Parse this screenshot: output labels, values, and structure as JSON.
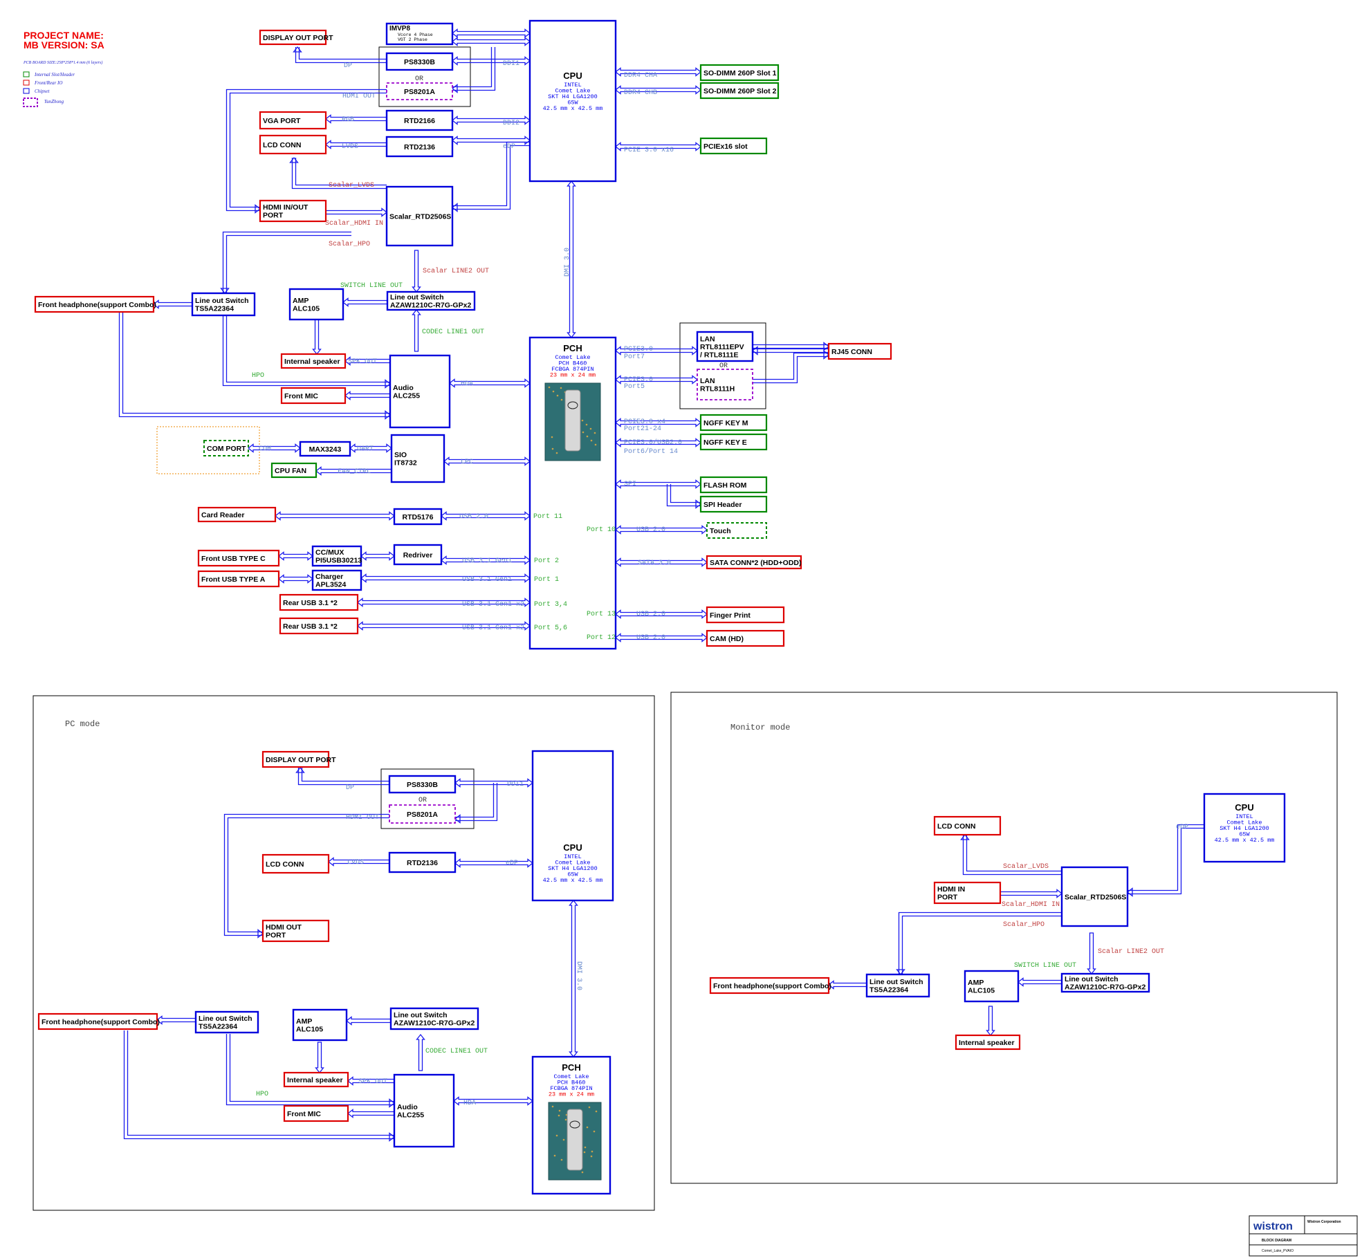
{
  "header": {
    "project_name": "PROJECT NAME:",
    "mb_version": "MB VERSION: SA",
    "pcb_size": "PCB BOARD SIZE:258*258*1.4 mm (6 layers)",
    "legend": [
      {
        "label": "Internal Slot/Header",
        "color": "#008800",
        "style": "solid"
      },
      {
        "label": "Front/Rear IO",
        "color": "#dd0000",
        "style": "solid"
      },
      {
        "label": "Chipset",
        "color": "#0000dd",
        "style": "solid"
      },
      {
        "label": "YunZhong",
        "color": "#9900cc",
        "style": "dashed"
      }
    ]
  },
  "colors": {
    "chipset": "#0000dd",
    "io": "#dd0000",
    "internal": "#008800",
    "yunzhong": "#9900cc",
    "orange": "#ee8800",
    "wire": "#1a1aee"
  },
  "top": {
    "blocks": [
      {
        "id": "display-out-port",
        "lines": [
          "DISPLAY OUT PORT"
        ],
        "kind": "io"
      },
      {
        "id": "imvp8",
        "lines": [
          "IMVP8"
        ],
        "sub": [
          "Vcore 4 Phase",
          "VGT 2 Phase"
        ],
        "kind": "chip"
      },
      {
        "id": "ps8330b",
        "lines": [
          "PS8330B"
        ],
        "kind": "chip"
      },
      {
        "id": "ps8201a",
        "lines": [
          "PS8201A"
        ],
        "kind": "yz"
      },
      {
        "id": "vga-port",
        "lines": [
          "VGA PORT"
        ],
        "kind": "io"
      },
      {
        "id": "rtd2166",
        "lines": [
          "RTD2166"
        ],
        "kind": "chip"
      },
      {
        "id": "lcd-conn",
        "lines": [
          "LCD CONN"
        ],
        "kind": "io"
      },
      {
        "id": "rtd2136",
        "lines": [
          "RTD2136"
        ],
        "kind": "chip"
      },
      {
        "id": "hdmi-inout-port",
        "lines": [
          "HDMI IN/OUT",
          "PORT"
        ],
        "kind": "io"
      },
      {
        "id": "scalar",
        "lines": [
          "Scalar_RTD2506S"
        ],
        "kind": "chip"
      },
      {
        "id": "cpu",
        "lines": [
          "CPU"
        ],
        "sub": [
          "INTEL",
          "Comet Lake",
          "SKT H4 LGA1200",
          "65W",
          "42.5 mm x 42.5 mm"
        ],
        "kind": "chip"
      },
      {
        "id": "sodimm1",
        "lines": [
          "SO-DIMM 260P Slot 1"
        ],
        "kind": "internal"
      },
      {
        "id": "sodimm2",
        "lines": [
          "SO-DIMM 260P Slot 2"
        ],
        "kind": "internal"
      },
      {
        "id": "pciex16",
        "lines": [
          "PCIEx16 slot"
        ],
        "kind": "internal"
      },
      {
        "id": "front-headphone",
        "lines": [
          "Front headphone(support Combo)"
        ],
        "kind": "io"
      },
      {
        "id": "lineout-ts5a",
        "lines": [
          "Line out Switch",
          "TS5A22364"
        ],
        "kind": "chip"
      },
      {
        "id": "amp",
        "lines": [
          "AMP",
          "ALC105"
        ],
        "kind": "chip"
      },
      {
        "id": "lineout-azaw",
        "lines": [
          "Line out Switch",
          "AZAW1210C-R7G-GPx2"
        ],
        "kind": "chip"
      },
      {
        "id": "internal-speaker",
        "lines": [
          "Internal speaker"
        ],
        "kind": "io"
      },
      {
        "id": "audio",
        "lines": [
          "Audio",
          "ALC255"
        ],
        "kind": "chip"
      },
      {
        "id": "front-mic",
        "lines": [
          "Front MIC"
        ],
        "kind": "io"
      },
      {
        "id": "pch",
        "lines": [
          "PCH"
        ],
        "sub": [
          "Comet Lake",
          "PCH B460",
          "FCBGA 874PIN"
        ],
        "sub_red": "23 mm x 24 mm",
        "kind": "chip"
      },
      {
        "id": "lan1",
        "lines": [
          "LAN",
          "RTL8111EPV",
          "/ RTL8111E"
        ],
        "kind": "chip"
      },
      {
        "id": "lan2",
        "lines": [
          "LAN",
          "RTL8111H"
        ],
        "kind": "yz"
      },
      {
        "id": "rj45",
        "lines": [
          "RJ45 CONN"
        ],
        "kind": "io"
      },
      {
        "id": "ngff-m",
        "lines": [
          "NGFF KEY M"
        ],
        "kind": "internal"
      },
      {
        "id": "ngff-e",
        "lines": [
          "NGFF KEY E"
        ],
        "kind": "internal"
      },
      {
        "id": "com-port",
        "lines": [
          "COM PORT"
        ],
        "kind": "internal-dash"
      },
      {
        "id": "max3243",
        "lines": [
          "MAX3243"
        ],
        "kind": "chip"
      },
      {
        "id": "sio",
        "lines": [
          "SIO",
          "IT8732"
        ],
        "kind": "chip"
      },
      {
        "id": "cpu-fan",
        "lines": [
          "CPU FAN"
        ],
        "kind": "internal"
      },
      {
        "id": "flash-rom",
        "lines": [
          "FLASH ROM"
        ],
        "kind": "internal"
      },
      {
        "id": "spi-header",
        "lines": [
          "SPI Header"
        ],
        "kind": "internal"
      },
      {
        "id": "card-reader",
        "lines": [
          "Card Reader"
        ],
        "kind": "io"
      },
      {
        "id": "rtd5176",
        "lines": [
          "RTD5176"
        ],
        "kind": "chip"
      },
      {
        "id": "touch",
        "lines": [
          "Touch"
        ],
        "kind": "internal-dash"
      },
      {
        "id": "front-usb-c",
        "lines": [
          "Front USB TYPE C"
        ],
        "kind": "io"
      },
      {
        "id": "ccmux",
        "lines": [
          "CC/MUX",
          "PI5USB30213"
        ],
        "kind": "chip"
      },
      {
        "id": "redriver",
        "lines": [
          "Redriver"
        ],
        "kind": "chip"
      },
      {
        "id": "sata",
        "lines": [
          "SATA CONN*2 (HDD+ODD)"
        ],
        "kind": "io"
      },
      {
        "id": "front-usb-a",
        "lines": [
          "Front USB TYPE A"
        ],
        "kind": "io"
      },
      {
        "id": "charger",
        "lines": [
          "Charger",
          "APL3524"
        ],
        "kind": "chip"
      },
      {
        "id": "rear-usb-1",
        "lines": [
          "Rear USB 3.1 *2"
        ],
        "kind": "io"
      },
      {
        "id": "finger-print",
        "lines": [
          "Finger  Print"
        ],
        "kind": "io"
      },
      {
        "id": "rear-usb-2",
        "lines": [
          "Rear USB 3.1 *2"
        ],
        "kind": "io"
      },
      {
        "id": "cam",
        "lines": [
          "CAM (HD)"
        ],
        "kind": "io"
      }
    ],
    "signals": [
      {
        "t": "DP",
        "c": "blue"
      },
      {
        "t": "DDI1",
        "c": "blue"
      },
      {
        "t": "OR",
        "c": "dark"
      },
      {
        "t": "HDMI OUT",
        "c": "blue"
      },
      {
        "t": "RGB",
        "c": "blue"
      },
      {
        "t": "DDI2",
        "c": "blue"
      },
      {
        "t": "LVDS",
        "c": "blue"
      },
      {
        "t": "eDP",
        "c": "blue"
      },
      {
        "t": "Scalar_LVDS",
        "c": "red"
      },
      {
        "t": "Scalar_HDMI IN",
        "c": "red"
      },
      {
        "t": "Scalar_HPO",
        "c": "red"
      },
      {
        "t": "Scalar LINE2 OUT",
        "c": "red"
      },
      {
        "t": "SWITCH LINE OUT",
        "c": "green"
      },
      {
        "t": "CODEC LINE1 OUT",
        "c": "green"
      },
      {
        "t": "SPK OUT",
        "c": "blue"
      },
      {
        "t": "HPO",
        "c": "green"
      },
      {
        "t": "HDA",
        "c": "blue"
      },
      {
        "t": "DMI 3.0",
        "c": "blue"
      },
      {
        "t": "DDR4 CHA",
        "c": "blue"
      },
      {
        "t": "DDR4 CHB",
        "c": "blue"
      },
      {
        "t": "PCIE 3.0 x16",
        "c": "blue"
      },
      {
        "t": "PCIE3.0",
        "c": "blue"
      },
      {
        "t": "Port7",
        "c": "blue"
      },
      {
        "t": "PCIE3.0",
        "c": "blue"
      },
      {
        "t": "Port5",
        "c": "blue"
      },
      {
        "t": "OR",
        "c": "dark"
      },
      {
        "t": "PCIE3.0 x4",
        "c": "blue"
      },
      {
        "t": "Port21-24",
        "c": "blue"
      },
      {
        "t": "PCIE3.0/USB2.0",
        "c": "blue"
      },
      {
        "t": "Port6/Port 14",
        "c": "blue"
      },
      {
        "t": "COM",
        "c": "blue"
      },
      {
        "t": "UART",
        "c": "blue"
      },
      {
        "t": "LPC",
        "c": "blue"
      },
      {
        "t": "FAN_CTRL",
        "c": "blue"
      },
      {
        "t": "SPI",
        "c": "blue"
      },
      {
        "t": "USB 2.0",
        "c": "blue"
      },
      {
        "t": "Port 11",
        "c": "green"
      },
      {
        "t": "Port 10",
        "c": "green"
      },
      {
        "t": "USB 2.0",
        "c": "blue"
      },
      {
        "t": "USB 3.1 Gen1",
        "c": "blue"
      },
      {
        "t": "Port 2",
        "c": "green"
      },
      {
        "t": "SATA 3.0",
        "c": "blue"
      },
      {
        "t": "USB 3.1 Gen1",
        "c": "blue"
      },
      {
        "t": "Port 1",
        "c": "green"
      },
      {
        "t": "USB 3.1 Gen1 x2",
        "c": "blue"
      },
      {
        "t": "Port 3,4",
        "c": "green"
      },
      {
        "t": "Port 13",
        "c": "green"
      },
      {
        "t": "USB 2.0",
        "c": "blue"
      },
      {
        "t": "USB 3.1 Gen1 x2",
        "c": "blue"
      },
      {
        "t": "Port 5,6",
        "c": "green"
      },
      {
        "t": "Port 12",
        "c": "green"
      },
      {
        "t": "USB 2.0",
        "c": "blue"
      }
    ]
  },
  "pc_mode": {
    "title": "PC mode",
    "blocks": [
      {
        "lines": [
          "DISPLAY OUT PORT"
        ]
      },
      {
        "lines": [
          "PS8330B"
        ]
      },
      {
        "lines": [
          "PS8201A"
        ]
      },
      {
        "lines": [
          "LCD CONN"
        ]
      },
      {
        "lines": [
          "RTD2136"
        ]
      },
      {
        "lines": [
          "HDMI OUT",
          "PORT"
        ]
      },
      {
        "lines": [
          "CPU"
        ],
        "sub": [
          "INTEL",
          "Comet Lake",
          "SKT H4 LGA1200",
          "65W",
          "42.5 mm x 42.5 mm"
        ]
      },
      {
        "lines": [
          "Front headphone(support Combo)"
        ]
      },
      {
        "lines": [
          "Line out Switch",
          "TS5A22364"
        ]
      },
      {
        "lines": [
          "AMP",
          "ALC105"
        ]
      },
      {
        "lines": [
          "Line out Switch",
          "AZAW1210C-R7G-GPx2"
        ]
      },
      {
        "lines": [
          "Internal speaker"
        ]
      },
      {
        "lines": [
          "Audio",
          "ALC255"
        ]
      },
      {
        "lines": [
          "Front MIC"
        ]
      },
      {
        "lines": [
          "PCH"
        ],
        "sub": [
          "Comet Lake",
          "PCH B460",
          "FCBGA 874PIN"
        ],
        "sub_red": "23 mm x 24 mm"
      }
    ],
    "signals": [
      {
        "t": "DP"
      },
      {
        "t": "DDI1"
      },
      {
        "t": "OR"
      },
      {
        "t": "HDMI OUT"
      },
      {
        "t": "LVDS"
      },
      {
        "t": "eDP"
      },
      {
        "t": "DMI 3.0"
      },
      {
        "t": "CODEC LINE1 OUT"
      },
      {
        "t": "SPK OUT"
      },
      {
        "t": "HPO"
      },
      {
        "t": "HDA"
      }
    ]
  },
  "monitor_mode": {
    "title": "Monitor mode",
    "blocks": [
      {
        "lines": [
          "LCD CONN"
        ]
      },
      {
        "lines": [
          "HDMI IN",
          "PORT"
        ]
      },
      {
        "lines": [
          "Scalar_RTD2506S"
        ]
      },
      {
        "lines": [
          "CPU"
        ],
        "sub": [
          "INTEL",
          "Comet Lake",
          "SKT H4 LGA1200",
          "65W",
          "42.5 mm x 42.5 mm"
        ]
      },
      {
        "lines": [
          "Front headphone(support Combo)"
        ]
      },
      {
        "lines": [
          "Line out Switch",
          "TS5A22364"
        ]
      },
      {
        "lines": [
          "AMP",
          "ALC105"
        ]
      },
      {
        "lines": [
          "Line out Switch",
          "AZAW1210C-R7G-GPx2"
        ]
      },
      {
        "lines": [
          "Internal speaker"
        ]
      }
    ],
    "signals": [
      {
        "t": "eDP"
      },
      {
        "t": "Scalar_LVDS"
      },
      {
        "t": "Scalar_HDMI IN"
      },
      {
        "t": "Scalar_HPO"
      },
      {
        "t": "Scalar LINE2 OUT"
      },
      {
        "t": "SWITCH LINE OUT"
      }
    ]
  },
  "title_block": {
    "company": "wistron",
    "company_full": "Wistron Corporation",
    "doc_title": "BLOCK DIAGRAM",
    "project": "Comet_Lake_PVAIO"
  }
}
